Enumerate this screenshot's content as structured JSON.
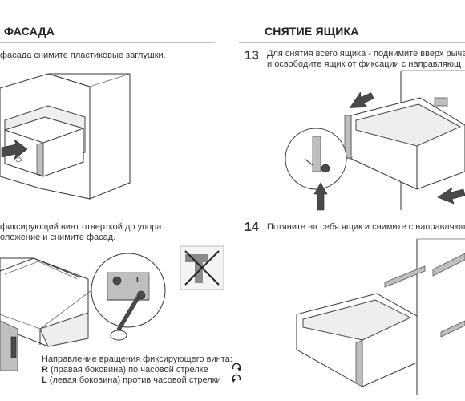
{
  "left": {
    "heading": "ФАСАДА",
    "step_a": {
      "text": "фасада снимите пластиковые заглушки."
    },
    "step_b": {
      "line1": "фиксирующий винт отверткой до упора",
      "line2": "оложение и снимите фасад."
    },
    "rotation_note": {
      "title": "Направление вращения фиксирующего винта:",
      "r_letter": "R",
      "r_text": " (правая боковина) по часовой стрелке",
      "l_letter": "L",
      "l_text": " (левая боковина) против часовой стрелки"
    },
    "label_L": "L"
  },
  "right": {
    "heading": "СНЯТИЕ ЯЩИКА",
    "step13": {
      "number": "13",
      "line1": "Для снятия всего ящика - поднимите вверх рычаг",
      "line2": "и освободите ящик от фиксации с направляющ"
    },
    "step14": {
      "number": "14",
      "text": "Потяните на себя ящик и снимите с направляющ"
    }
  }
}
